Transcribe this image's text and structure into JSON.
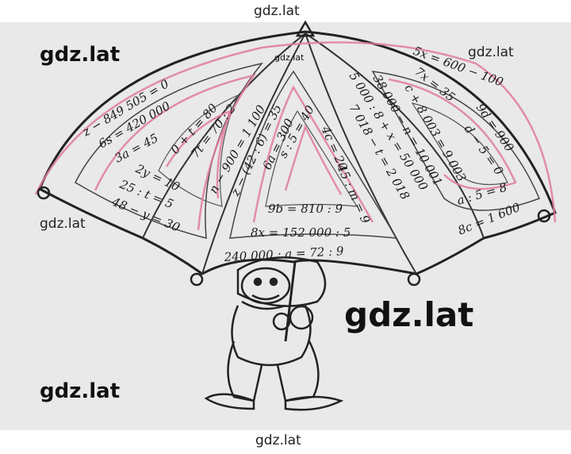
{
  "watermark": "gdz.lat",
  "equations": {
    "e1": "z − 849 505 = 0",
    "e2": "6s = 420 000",
    "e3": "3a = 45",
    "e4": "0 + t = 80",
    "e5": "7t = 70 : 2",
    "e6": "2y = 10",
    "e7": "25 : t = 5",
    "e8": "48 − y = 30",
    "e9": "n − 900 = 1 100",
    "e10": "z − (42 : 6) = 35",
    "e11": "6a = 300",
    "e12": "s : 5 = 40",
    "e13": "4c = 20",
    "e14": "45 : m = 9",
    "e15": "9b = 810 : 9",
    "e16": "8x = 152 000 : 5",
    "e17": "240 000 : a = 72 : 9",
    "e18": "38 000 − n = 10 001",
    "e19": "5 000 : 8 + x = 50 000",
    "e20": "7 018 − t = 2 018",
    "e21": "5x = 600 − 100",
    "e22": "7x = 35",
    "e23": "c + 8 003 = 9 003",
    "e24": "9d = 900",
    "e25": "d − 5 = 0",
    "e26": "a : 5 = 8",
    "e27": "8c = 1 600"
  }
}
